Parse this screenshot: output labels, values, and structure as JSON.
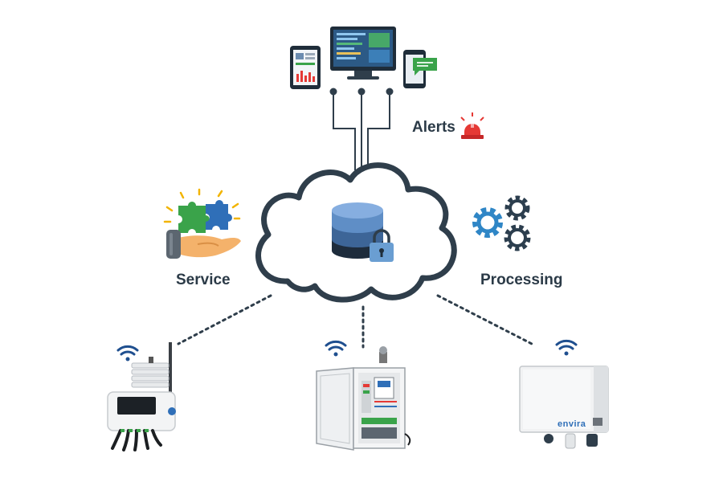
{
  "labels": {
    "alerts": "Alerts",
    "service": "Service",
    "processing": "Processing"
  },
  "device_brand": "envira",
  "icons": {
    "cloud": "cloud-icon",
    "database": "database-icon",
    "lock": "padlock-icon",
    "alarm": "siren-icon",
    "wifi": "wifi-icon",
    "gears": "gears-icon",
    "service": "hand-puzzle-icon"
  },
  "colors": {
    "line": "#2f3e4b",
    "db_top": "#5f8ec6",
    "db_mid": "#3d6597",
    "db_bottom": "#1e2c3c",
    "lock": "#6a9ed2",
    "gear_blue": "#2f86c6",
    "gear_dark": "#2c3e4e",
    "wifi": "#1f4f8f",
    "puzzle_green": "#3aa34a",
    "puzzle_blue": "#2f6fb8",
    "hand": "#f4b26b",
    "alarm_red": "#e53935"
  }
}
